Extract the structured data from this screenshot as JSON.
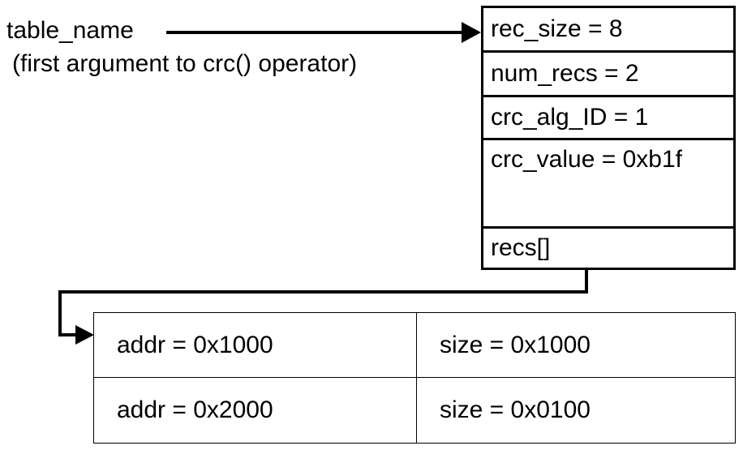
{
  "labels": {
    "table_name": "table_name",
    "note": "(first argument to crc() operator)"
  },
  "struct_box": {
    "rows": [
      "rec_size = 8",
      "num_recs = 2",
      "crc_alg_ID = 1",
      "crc_value = 0xb1f",
      "recs[]"
    ]
  },
  "recs_table": {
    "rows": [
      [
        "addr = 0x1000",
        "size = 0x1000"
      ],
      [
        "addr = 0x2000",
        "size = 0x0100"
      ]
    ]
  },
  "colors": {
    "line": "#000000",
    "text": "#000000",
    "background": "#ffffff"
  }
}
